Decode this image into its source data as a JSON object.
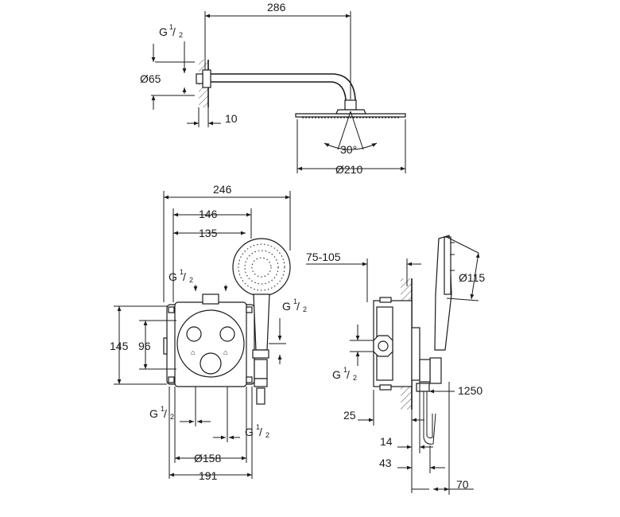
{
  "head_shower_view": {
    "arm_length": "286",
    "thread_g": "G",
    "thread_frac_num": "1",
    "thread_frac_den": "2",
    "flange_diameter": "Ø65",
    "wall_offset": "10",
    "spray_angle": "30°",
    "head_diameter": "Ø210"
  },
  "front_view": {
    "overall_width": "246",
    "handshower_offset": "146",
    "outlet_offset": "135",
    "inlet_top_g": "G",
    "inlet_top_num": "1",
    "inlet_top_den": "2",
    "side_outlet_g": "G",
    "side_outlet_num": "1",
    "side_outlet_den": "2",
    "box_height": "145",
    "box_inner_height": "96",
    "bottom_left_g": "G",
    "bottom_left_num": "1",
    "bottom_left_den": "2",
    "bottom_right_g": "G",
    "bottom_right_num": "1",
    "bottom_right_den": "2",
    "rosette_diameter": "Ø158",
    "plate_width": "191"
  },
  "side_view": {
    "install_depth": "75-105",
    "handshower_diameter": "Ø115",
    "side_inlet_g": "G",
    "side_inlet_num": "1",
    "side_inlet_den": "2",
    "hose_length": "1250",
    "wall_depth": "25",
    "cover_depth": "14",
    "projection": "43",
    "holder_depth": "70"
  }
}
